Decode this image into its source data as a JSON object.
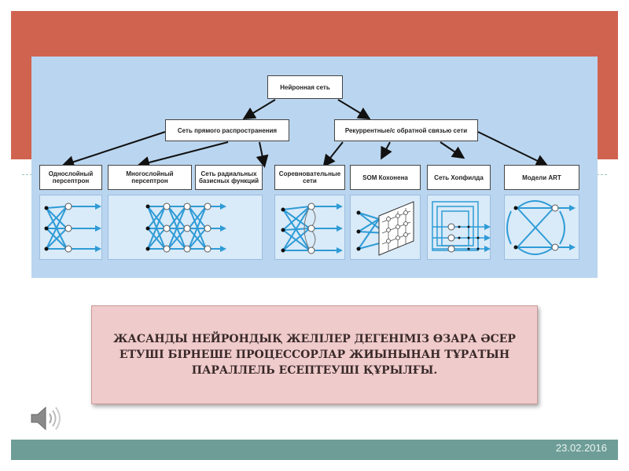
{
  "diagram": {
    "root": "Нейронная сеть",
    "branches": {
      "feedforward": "Сеть прямого распространения",
      "recurrent": "Рекуррентные/с обратной связью сети"
    },
    "leaves": [
      "Однослойный персептрон",
      "Многослойный персептрон",
      "Сеть радиальных базисных функций",
      "Соревновательные сети",
      "SOM Кохонена",
      "Сеть Хопфилда",
      "Модели ART"
    ]
  },
  "text_box": "ЖАСАНДЫ НЕЙРОНДЫҚ ЖЕЛІЛЕР ДЕГЕНІМІЗ ӨЗАРА ӘСЕР  ЕТУШІ БІРНЕШЕ ПРОЦЕССОРЛАР ЖИЫНЫНАН ТҰРАТЫН ПАРАЛЛЕЛЬ ЕСЕПТЕУШІ ҚҰРЫЛҒЫ.",
  "footer": {
    "date": "23.02.2016"
  },
  "colors": {
    "accent": "#d06350",
    "footer": "#6e9d97",
    "diagram_bg": "#bad5ef",
    "links": "#2e9bd6",
    "textbox_bg": "#f0cbcb"
  },
  "icons": {
    "audio": "speaker-icon"
  }
}
